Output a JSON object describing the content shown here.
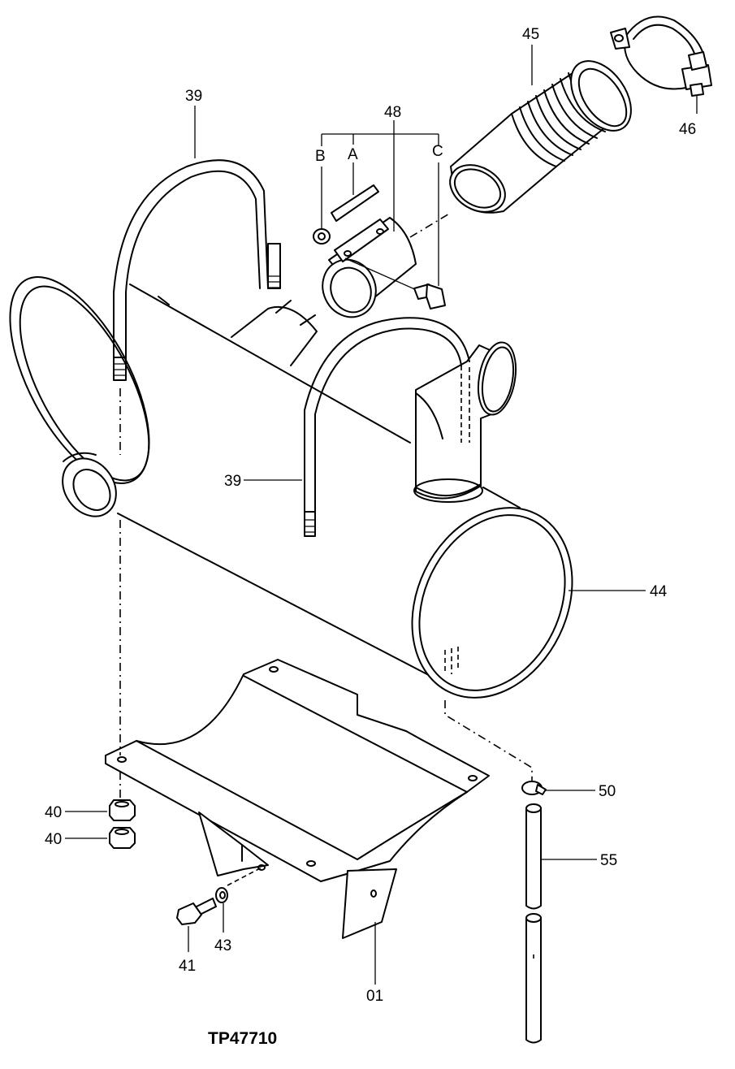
{
  "figure": {
    "id_label": "TP47710"
  },
  "callouts": {
    "c39_top": "39",
    "c39_mid": "39",
    "c48": "48",
    "cA": "A",
    "cB": "B",
    "cC": "C",
    "c45": "45",
    "c46": "46",
    "c44": "44",
    "c50": "50",
    "c55": "55",
    "c40_a": "40",
    "c40_b": "40",
    "c41": "41",
    "c43": "43",
    "c01": "01"
  },
  "parts": [
    {
      "ref": "39",
      "name": "u-bolt"
    },
    {
      "ref": "44",
      "name": "muffler"
    },
    {
      "ref": "45",
      "name": "exhaust-bellows"
    },
    {
      "ref": "46",
      "name": "pipe-clamp"
    },
    {
      "ref": "48",
      "name": "exhaust-clamp",
      "sub_parts": [
        "A",
        "B",
        "C"
      ]
    },
    {
      "ref": "40",
      "name": "nut"
    },
    {
      "ref": "41",
      "name": "bolt"
    },
    {
      "ref": "43",
      "name": "washer"
    },
    {
      "ref": "01",
      "name": "muffler-bracket"
    },
    {
      "ref": "50",
      "name": "hose-clamp"
    },
    {
      "ref": "55",
      "name": "drain-hose"
    }
  ]
}
